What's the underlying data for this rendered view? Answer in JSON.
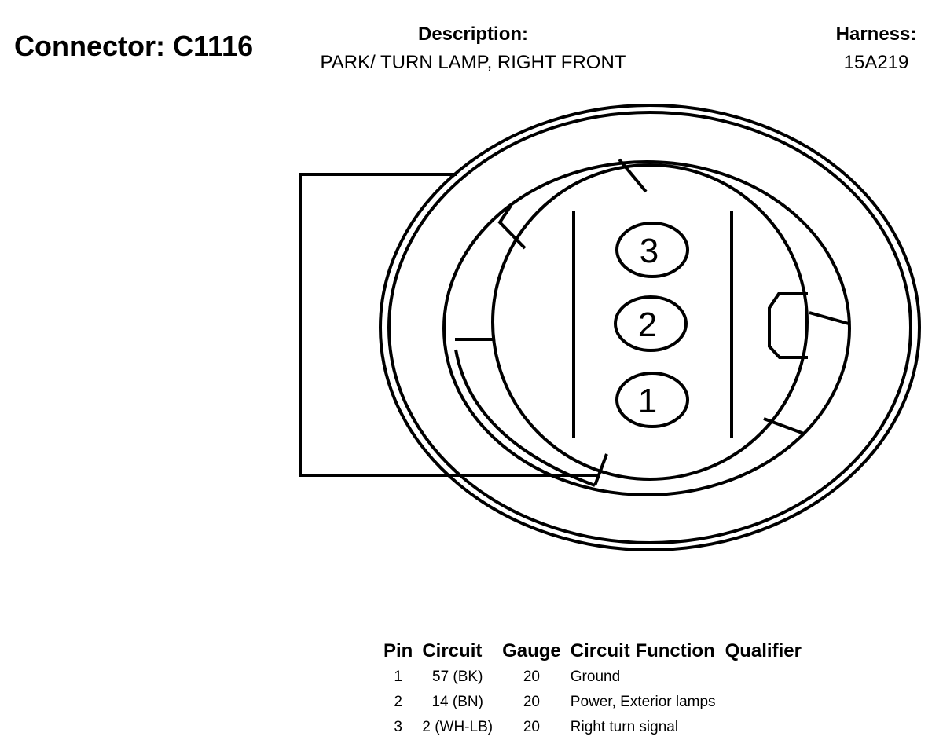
{
  "connector": {
    "label": "Connector: C1116"
  },
  "description": {
    "label": "Description:",
    "value": "PARK/ TURN LAMP, RIGHT FRONT"
  },
  "harness": {
    "label": "Harness:",
    "value": "15A219"
  },
  "diagram": {
    "pins": [
      {
        "number": "3"
      },
      {
        "number": "2"
      },
      {
        "number": "1"
      }
    ]
  },
  "table": {
    "headers": {
      "pin": "Pin",
      "circuit": "Circuit",
      "gauge": "Gauge",
      "function": "Circuit Function",
      "qualifier": "Qualifier"
    },
    "rows": [
      {
        "pin": "1",
        "circuit": "57 (BK)",
        "gauge": "20",
        "function": "Ground",
        "qualifier": ""
      },
      {
        "pin": "2",
        "circuit": "14 (BN)",
        "gauge": "20",
        "function": "Power, Exterior lamps",
        "qualifier": ""
      },
      {
        "pin": "3",
        "circuit": "2 (WH-LB)",
        "gauge": "20",
        "function": "Right turn signal",
        "qualifier": ""
      }
    ]
  }
}
